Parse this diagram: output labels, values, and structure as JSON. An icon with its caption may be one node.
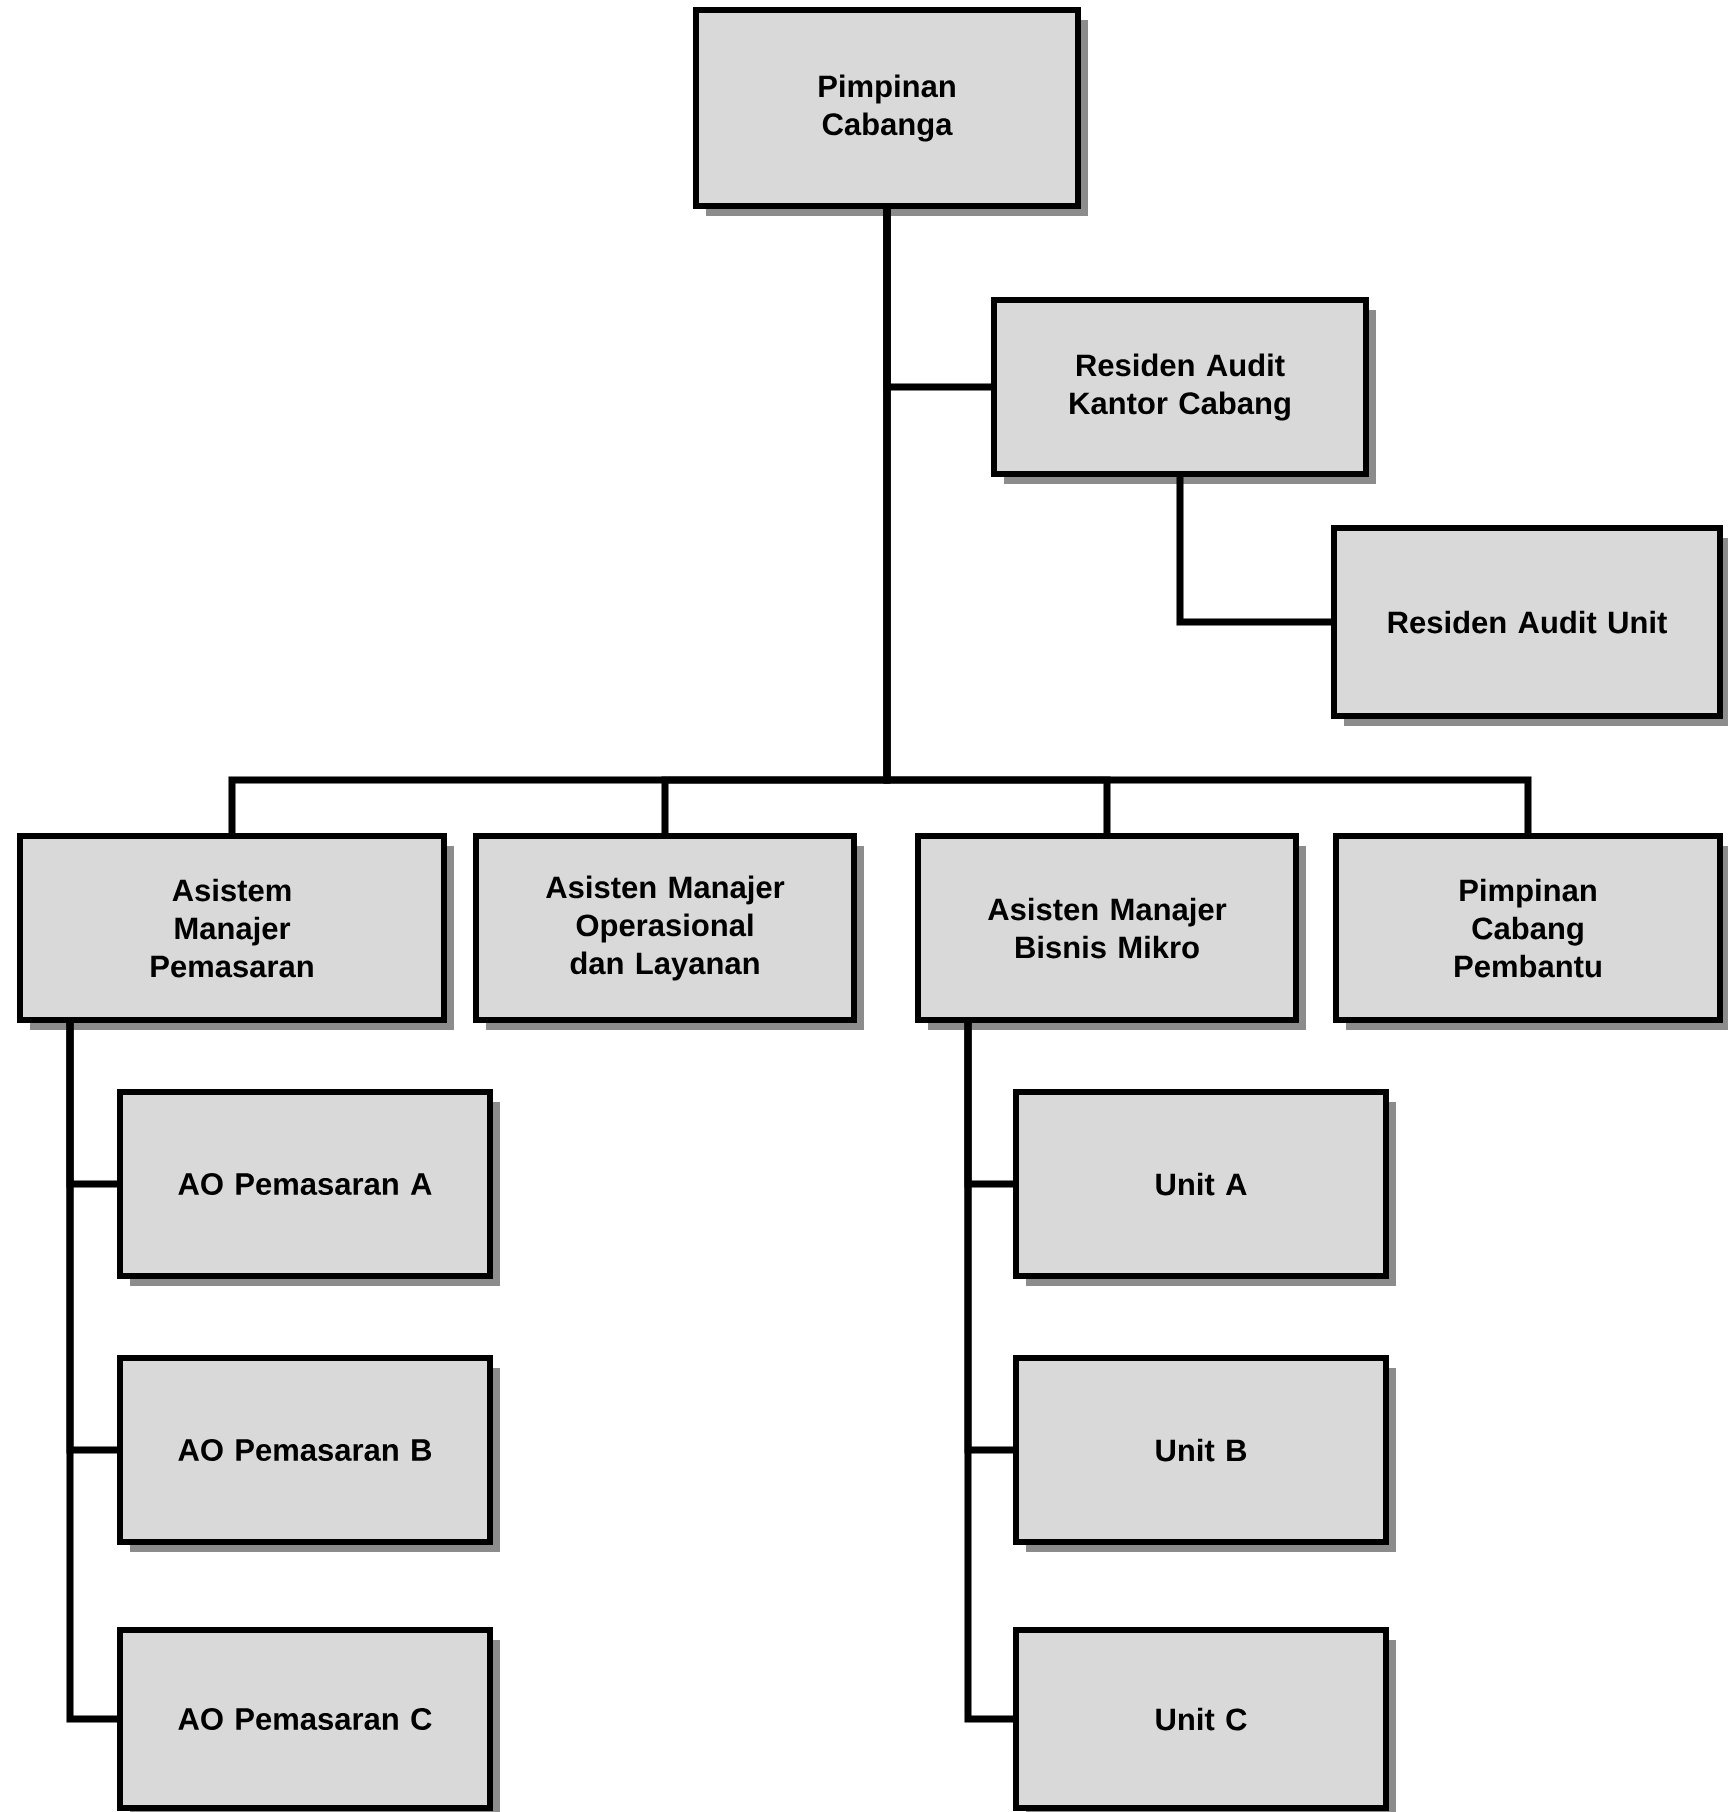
{
  "diagram": {
    "nodes": [
      {
        "text": [
          "Pimpinan Cabanga"
        ]
      },
      {
        "text": [
          "Residen Audit Kantor Cabang"
        ]
      },
      {
        "text": [
          "Residen Audit Unit"
        ]
      },
      {
        "text": [
          "Asistem Manajer Pemasaran"
        ]
      },
      {
        "text": [
          "Asisten Manajer Operasional dan Layanan"
        ]
      },
      {
        "text": [
          "Asisten Manajer Bisnis Mikro"
        ]
      },
      {
        "text": [
          "Pimpinan Cabang Pembantu"
        ]
      },
      {
        "text": [
          "AO Pemasaran A"
        ]
      },
      {
        "text": [
          "AO Pemasaran B"
        ]
      },
      {
        "text": [
          "AO Pemasaran C"
        ]
      },
      {
        "text": [
          "Unit A"
        ]
      },
      {
        "text": [
          "Unit B"
        ]
      },
      {
        "text": [
          "Unit C"
        ]
      }
    ],
    "edges": [
      {
        "from": 0,
        "to": 1,
        "arrow": "none"
      },
      {
        "from": 1,
        "to": 2,
        "arrow": "none"
      },
      {
        "from": 0,
        "to": 3,
        "arrow": "none"
      },
      {
        "from": 0,
        "to": 4,
        "arrow": "none"
      },
      {
        "from": 0,
        "to": 5,
        "arrow": "none"
      },
      {
        "from": 0,
        "to": 6,
        "arrow": "none"
      },
      {
        "from": 3,
        "to": 7,
        "arrow": "none"
      },
      {
        "from": 3,
        "to": 8,
        "arrow": "none"
      },
      {
        "from": 3,
        "to": 9,
        "arrow": "none"
      },
      {
        "from": 5,
        "to": 10,
        "arrow": "none"
      },
      {
        "from": 5,
        "to": 11,
        "arrow": "none"
      },
      {
        "from": 5,
        "to": 12,
        "arrow": "none"
      }
    ]
  }
}
